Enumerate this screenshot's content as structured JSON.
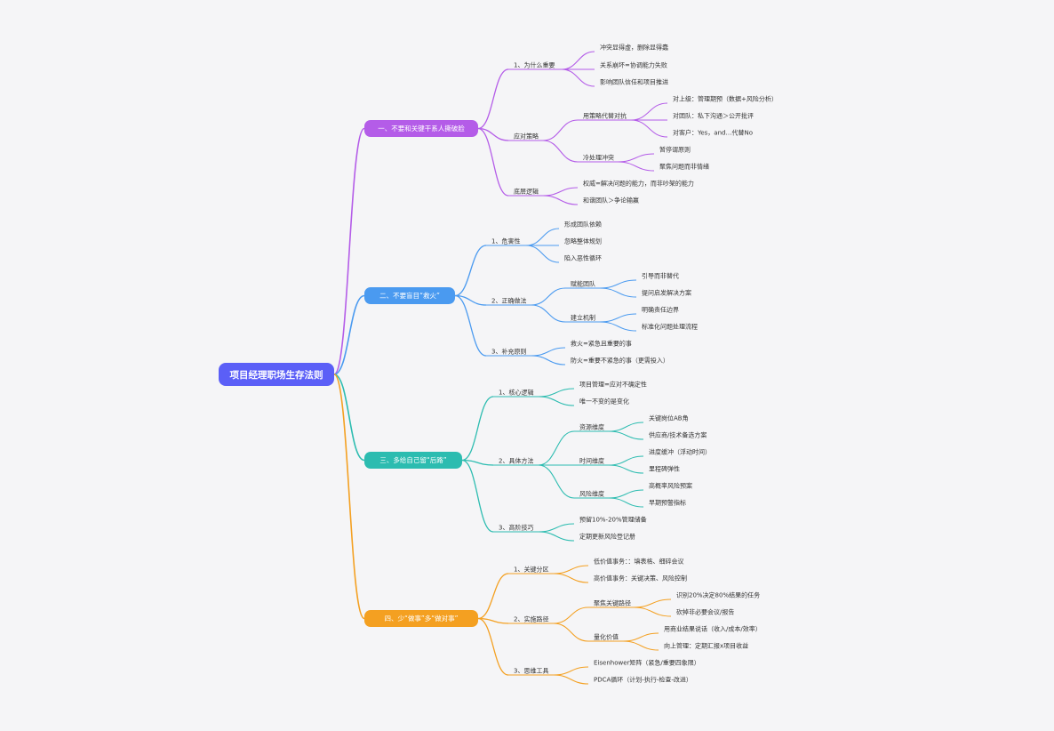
{
  "root": {
    "label": "项目经理职场生存法则",
    "color": "#5b5ff7"
  },
  "branches": [
    {
      "label": "一、不要和关键干系人撕破脸",
      "color": "#b45ce8",
      "children": [
        {
          "label": "1、为什么重要",
          "children": [
            {
              "label": "冲突显得虚，删除显得蠢"
            },
            {
              "label": "关系崩坏=协调能力失败"
            },
            {
              "label": "影响团队信任和项目推进"
            }
          ]
        },
        {
          "label": "应对策略",
          "children": [
            {
              "label": "用策略代替对抗",
              "children": [
                {
                  "label": "对上级：管理期预（数据+风险分析）"
                },
                {
                  "label": "对团队：私下沟通＞公开批评"
                },
                {
                  "label": "对客户：Yes，and…代替No"
                }
              ]
            },
            {
              "label": "冷处理冲突",
              "children": [
                {
                  "label": "暂停谓原则"
                },
                {
                  "label": "聚焦问题而非情绪"
                }
              ]
            }
          ]
        },
        {
          "label": "底层逻辑",
          "children": [
            {
              "label": "权威=解决问题的能力，而非吵架的能力"
            },
            {
              "label": "和谐团队＞争论输赢"
            }
          ]
        }
      ]
    },
    {
      "label": "二、不要盲目“救火”",
      "color": "#4a9af0",
      "children": [
        {
          "label": "1、危害性",
          "children": [
            {
              "label": "形成团队依赖"
            },
            {
              "label": "忽略整体规划"
            },
            {
              "label": "陷入恶性循环"
            }
          ]
        },
        {
          "label": "2、正确做法",
          "children": [
            {
              "label": "赋能团队",
              "children": [
                {
                  "label": "引导而非替代"
                },
                {
                  "label": "提问启发解决方案"
                }
              ]
            },
            {
              "label": "建立机制",
              "children": [
                {
                  "label": "明确责任边界"
                },
                {
                  "label": "标准化问题处理流程"
                }
              ]
            }
          ]
        },
        {
          "label": "3、补充原则",
          "children": [
            {
              "label": "救火=紧急且重要的事"
            },
            {
              "label": "防火=重要不紧急的事（更需投入）"
            }
          ]
        }
      ]
    },
    {
      "label": "三、多给自己留“后路”",
      "color": "#2cbcb0",
      "children": [
        {
          "label": "1、核心逻辑",
          "children": [
            {
              "label": "项目管理=应对不确定性"
            },
            {
              "label": "唯一不变的是变化"
            }
          ]
        },
        {
          "label": "2、具体方法",
          "children": [
            {
              "label": "资源维度",
              "children": [
                {
                  "label": "关键岗位AB角"
                },
                {
                  "label": "供应商/技术备选方案"
                }
              ]
            },
            {
              "label": "时间维度",
              "children": [
                {
                  "label": "进度缓冲（浮动时间）"
                },
                {
                  "label": "里程碑弹性"
                }
              ]
            },
            {
              "label": "风险维度",
              "children": [
                {
                  "label": "高概率风险预案"
                },
                {
                  "label": "早期预警指标"
                }
              ]
            }
          ]
        },
        {
          "label": "3、高阶技巧",
          "children": [
            {
              "label": "预留10%-20%管理储备"
            },
            {
              "label": "定期更新风险登记册"
            }
          ]
        }
      ]
    },
    {
      "label": "四、少“做事”多“做对事”",
      "color": "#f4a021",
      "children": [
        {
          "label": "1、关键分区",
          "children": [
            {
              "label": "低价值事务：：填表格、细碎会议"
            },
            {
              "label": "高价值事务：关键决策、风险控制"
            }
          ]
        },
        {
          "label": "2、实施路径",
          "children": [
            {
              "label": "聚焦关键路径",
              "children": [
                {
                  "label": "识别20%决定80%结果的任务"
                },
                {
                  "label": "砍掉非必要会议/报告"
                }
              ]
            },
            {
              "label": "量化价值",
              "children": [
                {
                  "label": "用商业结果说话（收入/成本/效率）"
                },
                {
                  "label": "向上管理：定期汇报x项目收益"
                }
              ]
            }
          ]
        },
        {
          "label": "3、思维工具",
          "children": [
            {
              "label": "Eisenhower矩阵（紧急/重要四象限）"
            },
            {
              "label": "PDCA循环（计划-执行-检查-改进）"
            }
          ]
        }
      ]
    }
  ]
}
